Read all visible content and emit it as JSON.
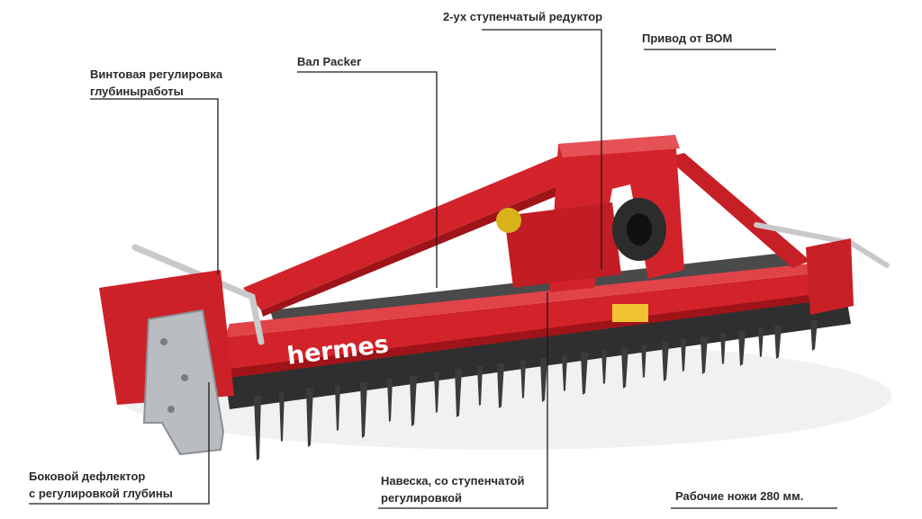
{
  "brand_text": "hermes",
  "colors": {
    "frame_red": "#d2232a",
    "frame_dark": "#9e1418",
    "steel": "#3a3a3a",
    "plate": "#b9bcc0",
    "leader": "#1a1a1a",
    "label_text": "#2a2a2a"
  },
  "callouts": {
    "gearbox": {
      "text": "2-ух ступенчатый редуктор"
    },
    "pto": {
      "text": "Привод от ВОМ"
    },
    "depth_screw": {
      "lines": [
        "Винтовая регулировка",
        "глубиныработы"
      ]
    },
    "packer": {
      "text": "Вал Packer"
    },
    "deflector": {
      "lines": [
        "Боковой дефлектор",
        "с регулировкой глубины"
      ]
    },
    "hitch": {
      "lines": [
        "Навеска, со ступенчатой",
        "регулировкой"
      ]
    },
    "tines": {
      "text": "Рабочие ножи 280 мм."
    }
  }
}
